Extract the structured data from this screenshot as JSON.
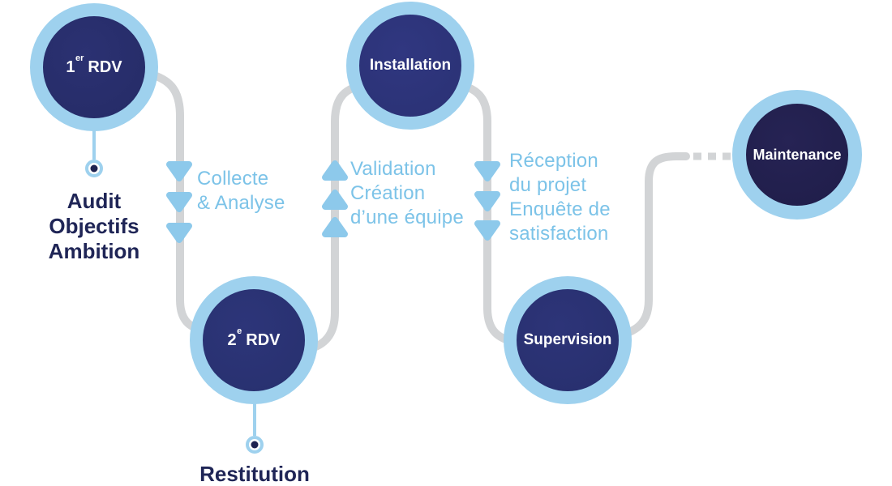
{
  "nodes": [
    {
      "name": "1er-rdv",
      "pre": "1",
      "sup": "er",
      "post": " RDV"
    },
    {
      "name": "installation",
      "pre": "Installation",
      "sup": "",
      "post": ""
    },
    {
      "name": "2e-rdv",
      "pre": "2",
      "sup": "e",
      "post": " RDV"
    },
    {
      "name": "supervision",
      "pre": "Supervision",
      "sup": "",
      "post": ""
    },
    {
      "name": "maintenance",
      "pre": "Maintenance",
      "sup": "",
      "post": ""
    }
  ],
  "steps": [
    {
      "lines": [
        "Collecte",
        "& Analyse"
      ]
    },
    {
      "lines": [
        "Validation",
        "Création",
        "d’une équipe"
      ]
    },
    {
      "lines": [
        "Réception",
        "du projet",
        "Enquête de",
        "satisfaction"
      ]
    }
  ],
  "milestones": [
    {
      "lines": [
        "Audit",
        "Objectifs",
        "Ambition"
      ]
    },
    {
      "lines": [
        "Restitution"
      ]
    }
  ],
  "palette": {
    "ring_blue": "#9ed1ee",
    "chevron_blue": "#8dc9eb",
    "label_blue": "#7cc3e8",
    "navy_text": "#1f2556",
    "node_fill_rdv1": "#252b66",
    "node_fill_installation": "#2a3174",
    "node_fill_rdv2": "#27306e",
    "node_fill_supervision": "#272f6d",
    "node_fill_maintenance": "#1f1d49",
    "connector_gray": "#d2d4d6",
    "dot_center_navy": "#1e2250"
  }
}
